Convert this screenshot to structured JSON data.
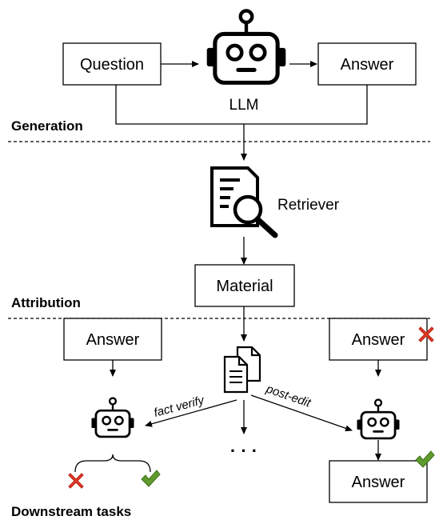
{
  "generation": {
    "question": "Question",
    "answer": "Answer",
    "llm_label": "LLM",
    "section_label": "Generation"
  },
  "attribution": {
    "retriever_label": "Retriever",
    "material": "Material",
    "section_label": "Attribution"
  },
  "downstream": {
    "left_answer": "Answer",
    "right_answer_top": "Answer",
    "right_answer_bottom": "Answer",
    "fact_verify": "fact verify",
    "post_edit": "post-edit",
    "ellipsis": "· · ·",
    "section_label": "Downstream tasks"
  },
  "colors": {
    "cross": "#e53b2a",
    "check": "#5f9a2c"
  }
}
